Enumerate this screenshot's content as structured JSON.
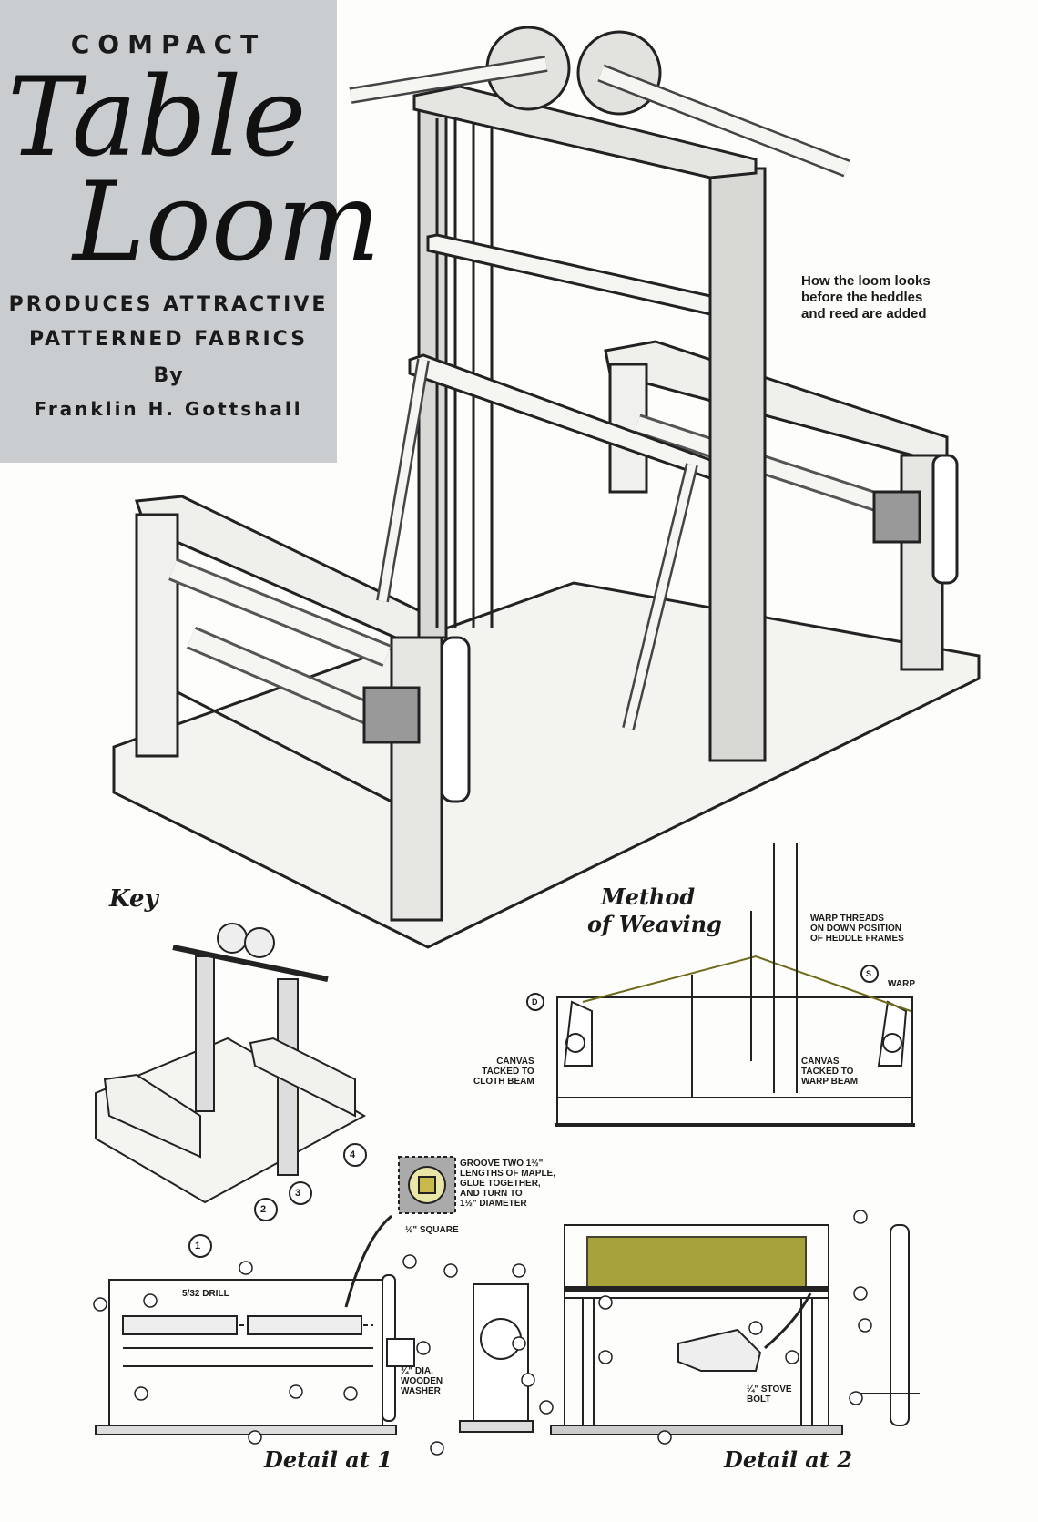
{
  "title": {
    "kicker": "COMPACT",
    "line1": "Table",
    "line2": "Loom",
    "subtitle1": "PRODUCES ATTRACTIVE",
    "subtitle2": "PATTERNED FABRICS",
    "by": "By",
    "author": "Franklin H. Gottshall"
  },
  "note": "How the loom looks\nbefore the heddles\nand reed are added",
  "key": {
    "label": "Key",
    "numbers": [
      "1",
      "2",
      "3",
      "4"
    ]
  },
  "weaving": {
    "title1": "Method",
    "title2": "of Weaving",
    "warp_threads": "WARP THREADS\nON DOWN POSITION\nOF HEDDLE FRAMES",
    "warp": "WARP",
    "cloth_beam": "CANVAS\nTACKED TO\nCLOTH BEAM",
    "warp_beam": "CANVAS\nTACKED TO\nWARP BEAM",
    "marker_d": "D",
    "marker_s": "S"
  },
  "groove_note": "GROOVE TWO 1½\"\nLENGTHS OF MAPLE,\nGLUE TOGETHER,\nAND TURN TO\n1½\" DIAMETER",
  "square_note": "½\" SQUARE",
  "detail1": {
    "label": "Detail at 1",
    "drill": "5/32 DRILL",
    "washer": "¾\" DIA.\nWOODEN\nWASHER"
  },
  "detail2": {
    "label": "Detail at 2",
    "bolt": "¼\" STOVE\nBOLT"
  }
}
